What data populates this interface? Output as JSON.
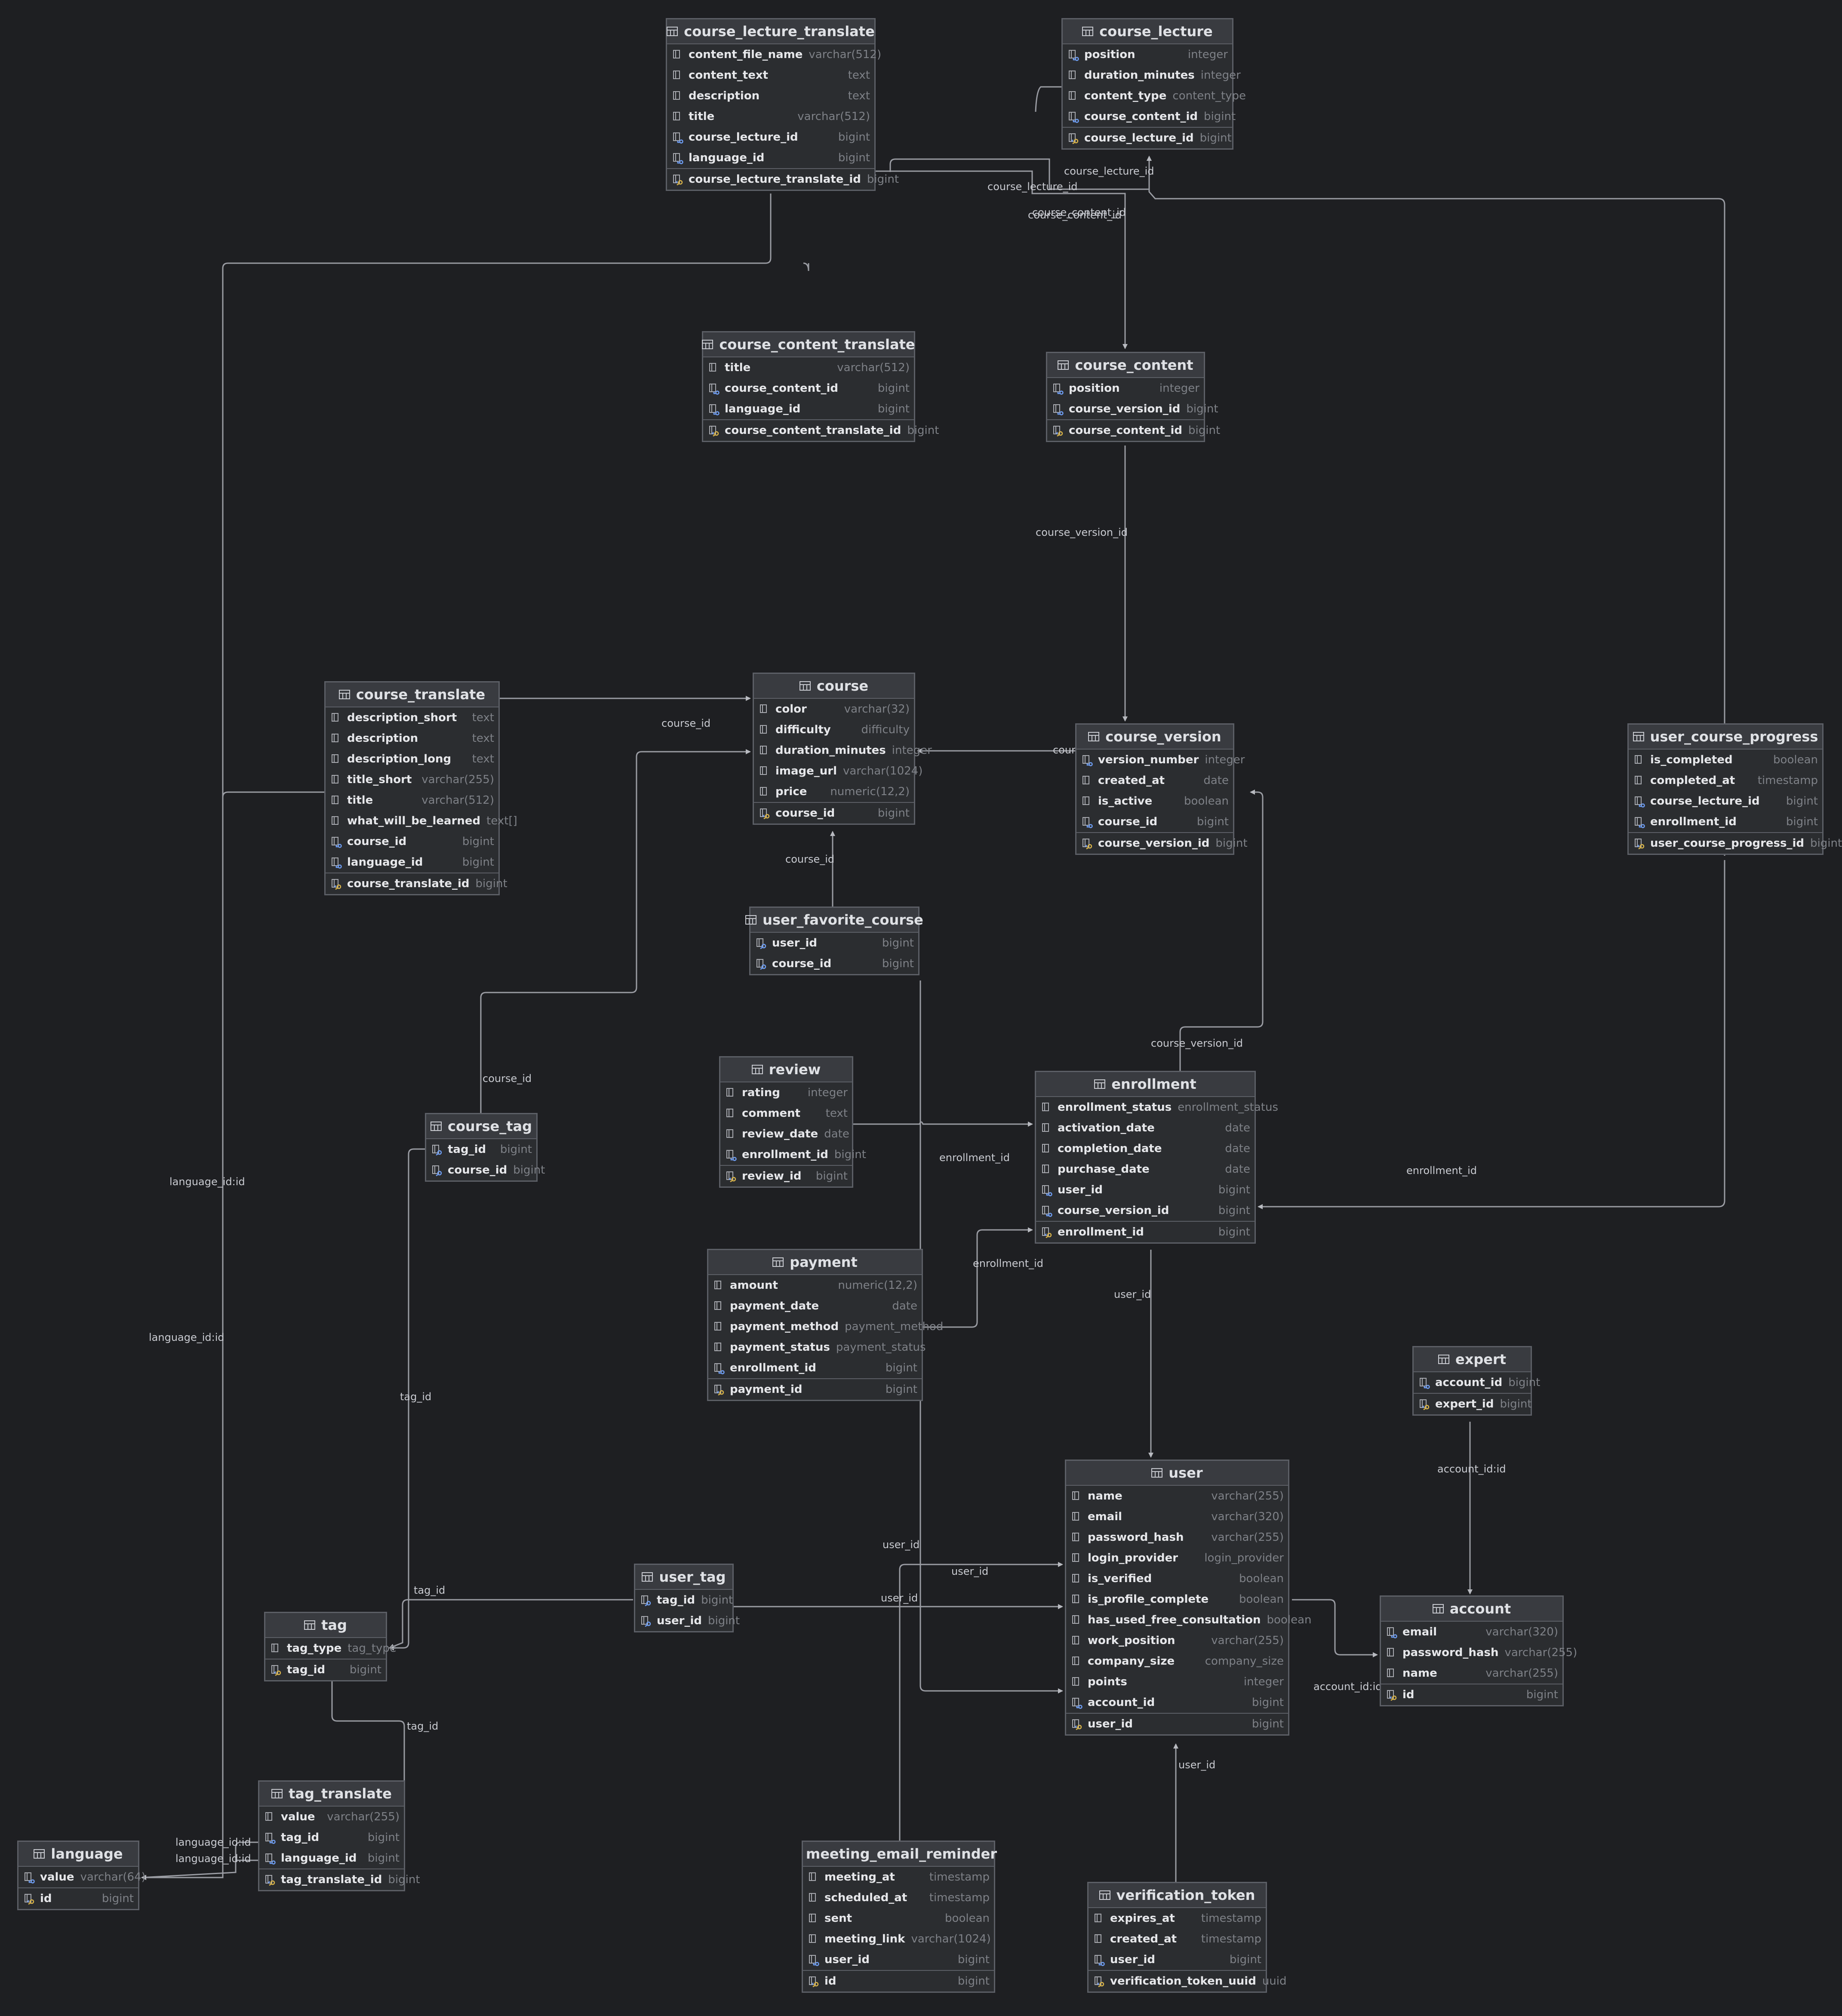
{
  "tables": [
    {
      "name": "course_lecture_translate",
      "cols": [
        [
          "content_file_name",
          "varchar(512)",
          0
        ],
        [
          "content_text",
          "text",
          0
        ],
        [
          "description",
          "text",
          0
        ],
        [
          "title",
          "varchar(512)",
          0
        ],
        [
          "course_lecture_id",
          "bigint",
          1
        ],
        [
          "language_id",
          "bigint",
          1
        ],
        [
          "course_lecture_translate_id",
          "bigint",
          2
        ]
      ]
    },
    {
      "name": "course_lecture",
      "cols": [
        [
          "position",
          "integer",
          1
        ],
        [
          "duration_minutes",
          "integer",
          0
        ],
        [
          "content_type",
          "content_type",
          0
        ],
        [
          "course_content_id",
          "bigint",
          1
        ],
        [
          "course_lecture_id",
          "bigint",
          2
        ]
      ]
    },
    {
      "name": "course_content_translate",
      "cols": [
        [
          "title",
          "varchar(512)",
          0
        ],
        [
          "course_content_id",
          "bigint",
          1
        ],
        [
          "language_id",
          "bigint",
          1
        ],
        [
          "course_content_translate_id",
          "bigint",
          2
        ]
      ]
    },
    {
      "name": "course_content",
      "cols": [
        [
          "position",
          "integer",
          1
        ],
        [
          "course_version_id",
          "bigint",
          1
        ],
        [
          "course_content_id",
          "bigint",
          2
        ]
      ]
    },
    {
      "name": "course_translate",
      "cols": [
        [
          "description_short",
          "text",
          0
        ],
        [
          "description",
          "text",
          0
        ],
        [
          "description_long",
          "text",
          0
        ],
        [
          "title_short",
          "varchar(255)",
          0
        ],
        [
          "title",
          "varchar(512)",
          0
        ],
        [
          "what_will_be_learned",
          "text[]",
          0
        ],
        [
          "course_id",
          "bigint",
          1
        ],
        [
          "language_id",
          "bigint",
          1
        ],
        [
          "course_translate_id",
          "bigint",
          2
        ]
      ]
    },
    {
      "name": "course",
      "cols": [
        [
          "color",
          "varchar(32)",
          0
        ],
        [
          "difficulty",
          "difficulty",
          0
        ],
        [
          "duration_minutes",
          "integer",
          0
        ],
        [
          "image_url",
          "varchar(1024)",
          0
        ],
        [
          "price",
          "numeric(12,2)",
          0
        ],
        [
          "course_id",
          "bigint",
          2
        ]
      ]
    },
    {
      "name": "course_version",
      "cols": [
        [
          "version_number",
          "integer",
          1
        ],
        [
          "created_at",
          "date",
          0
        ],
        [
          "is_active",
          "boolean",
          0
        ],
        [
          "course_id",
          "bigint",
          1
        ],
        [
          "course_version_id",
          "bigint",
          2
        ]
      ]
    },
    {
      "name": "user_course_progress",
      "cols": [
        [
          "is_completed",
          "boolean",
          0
        ],
        [
          "completed_at",
          "timestamp",
          0
        ],
        [
          "course_lecture_id",
          "bigint",
          1
        ],
        [
          "enrollment_id",
          "bigint",
          1
        ],
        [
          "user_course_progress_id",
          "bigint",
          2
        ]
      ]
    },
    {
      "name": "user_favorite_course",
      "cols": [
        [
          "user_id",
          "bigint",
          3
        ],
        [
          "course_id",
          "bigint",
          3
        ]
      ]
    },
    {
      "name": "review",
      "cols": [
        [
          "rating",
          "integer",
          0
        ],
        [
          "comment",
          "text",
          0
        ],
        [
          "review_date",
          "date",
          0
        ],
        [
          "enrollment_id",
          "bigint",
          1
        ],
        [
          "review_id",
          "bigint",
          2
        ]
      ]
    },
    {
      "name": "enrollment",
      "cols": [
        [
          "enrollment_status",
          "enrollment_status",
          0
        ],
        [
          "activation_date",
          "date",
          0
        ],
        [
          "completion_date",
          "date",
          0
        ],
        [
          "purchase_date",
          "date",
          0
        ],
        [
          "user_id",
          "bigint",
          1
        ],
        [
          "course_version_id",
          "bigint",
          1
        ],
        [
          "enrollment_id",
          "bigint",
          2
        ]
      ]
    },
    {
      "name": "course_tag",
      "cols": [
        [
          "tag_id",
          "bigint",
          3
        ],
        [
          "course_id",
          "bigint",
          3
        ]
      ]
    },
    {
      "name": "payment",
      "cols": [
        [
          "amount",
          "numeric(12,2)",
          0
        ],
        [
          "payment_date",
          "date",
          0
        ],
        [
          "payment_method",
          "payment_method",
          0
        ],
        [
          "payment_status",
          "payment_status",
          0
        ],
        [
          "enrollment_id",
          "bigint",
          1
        ],
        [
          "payment_id",
          "bigint",
          2
        ]
      ]
    },
    {
      "name": "expert",
      "cols": [
        [
          "account_id",
          "bigint",
          1
        ],
        [
          "expert_id",
          "bigint",
          2
        ]
      ]
    },
    {
      "name": "user",
      "cols": [
        [
          "name",
          "varchar(255)",
          0
        ],
        [
          "email",
          "varchar(320)",
          0
        ],
        [
          "password_hash",
          "varchar(255)",
          0
        ],
        [
          "login_provider",
          "login_provider",
          0
        ],
        [
          "is_verified",
          "boolean",
          0
        ],
        [
          "is_profile_complete",
          "boolean",
          0
        ],
        [
          "has_used_free_consultation",
          "boolean",
          0
        ],
        [
          "work_position",
          "varchar(255)",
          0
        ],
        [
          "company_size",
          "company_size",
          0
        ],
        [
          "points",
          "integer",
          0
        ],
        [
          "account_id",
          "bigint",
          1
        ],
        [
          "user_id",
          "bigint",
          2
        ]
      ]
    },
    {
      "name": "user_tag",
      "cols": [
        [
          "tag_id",
          "bigint",
          3
        ],
        [
          "user_id",
          "bigint",
          3
        ]
      ]
    },
    {
      "name": "tag",
      "cols": [
        [
          "tag_type",
          "tag_type",
          0
        ],
        [
          "tag_id",
          "bigint",
          2
        ]
      ]
    },
    {
      "name": "account",
      "cols": [
        [
          "email",
          "varchar(320)",
          1
        ],
        [
          "password_hash",
          "varchar(255)",
          0
        ],
        [
          "name",
          "varchar(255)",
          0
        ],
        [
          "id",
          "bigint",
          2
        ]
      ]
    },
    {
      "name": "tag_translate",
      "cols": [
        [
          "value",
          "varchar(255)",
          0
        ],
        [
          "tag_id",
          "bigint",
          1
        ],
        [
          "language_id",
          "bigint",
          1
        ],
        [
          "tag_translate_id",
          "bigint",
          2
        ]
      ]
    },
    {
      "name": "language",
      "cols": [
        [
          "value",
          "varchar(64)",
          1
        ],
        [
          "id",
          "bigint",
          2
        ]
      ]
    },
    {
      "name": "meeting_email_reminder",
      "cols": [
        [
          "meeting_at",
          "timestamp",
          0
        ],
        [
          "scheduled_at",
          "timestamp",
          0
        ],
        [
          "sent",
          "boolean",
          0
        ],
        [
          "meeting_link",
          "varchar(1024)",
          0
        ],
        [
          "user_id",
          "bigint",
          1
        ],
        [
          "id",
          "bigint",
          2
        ]
      ]
    },
    {
      "name": "verification_token",
      "cols": [
        [
          "expires_at",
          "timestamp",
          0
        ],
        [
          "created_at",
          "timestamp",
          0
        ],
        [
          "user_id",
          "bigint",
          1
        ],
        [
          "verification_token_uuid",
          "uuid",
          2
        ]
      ]
    }
  ],
  "relation_labels": [
    "course_lecture_id",
    "course_content_id",
    "course_content_id",
    "course_lecture_id",
    "course_version_id",
    "course_id",
    "course_id",
    "course_id",
    "course_id",
    "course_version_id",
    "enrollment_id",
    "enrollment_id",
    "enrollment_id",
    "user_id",
    "user_id",
    "user_id",
    "user_id",
    "user_id",
    "account_id:id",
    "account_id:id",
    "tag_id",
    "tag_id",
    "tag_id",
    "language_id:id",
    "language_id:id",
    "language_id:id",
    "language_id:id"
  ],
  "colors": {
    "background": "#1e1f22",
    "table": "#2b2d30",
    "header": "#393b40",
    "border": "#5c5f66",
    "edge": "#9a9ca3",
    "key": "#6f9ff5",
    "pk": "#d9b44a"
  }
}
